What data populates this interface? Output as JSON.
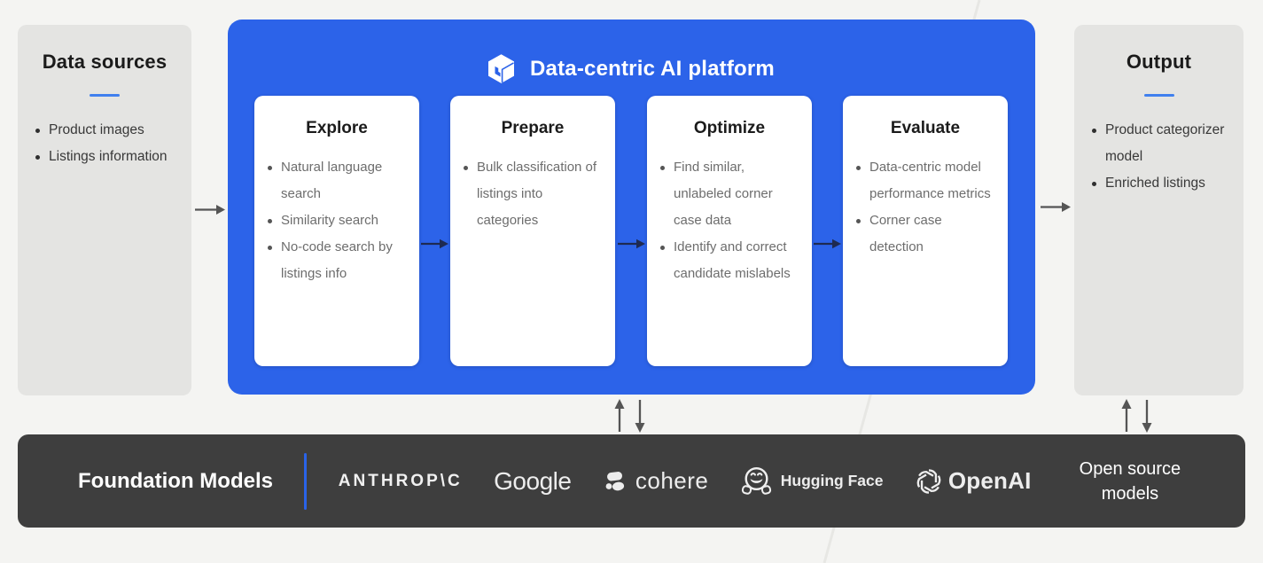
{
  "colors": {
    "background": "#f4f4f2",
    "panel_gray": "#e4e4e2",
    "platform_blue": "#2c63e9",
    "underline_blue": "#4080ee",
    "bar_dark": "#3e3e3e",
    "arrow_gray": "#555555",
    "arrow_dark_navy": "#1e2a52"
  },
  "icons": {
    "platform": "cube-icon",
    "flow_right": "→",
    "flow_up": "↑",
    "flow_down": "↓",
    "cohere": "cohere-blobs-icon",
    "huggingface": "hugging-face-icon",
    "openai": "openai-knot-icon"
  },
  "data_sources": {
    "title": "Data sources",
    "items": [
      "Product images",
      "Listings information"
    ]
  },
  "platform": {
    "title": "Data-centric AI platform",
    "stages": [
      {
        "title": "Explore",
        "items": [
          "Natural language search",
          "Similarity search",
          "No-code search by listings info"
        ]
      },
      {
        "title": "Prepare",
        "items": [
          "Bulk classification of listings into categories"
        ]
      },
      {
        "title": "Optimize",
        "items": [
          "Find similar, unlabeled corner case data",
          "Identify and correct candidate mislabels"
        ]
      },
      {
        "title": "Evaluate",
        "items": [
          "Data-centric model performance metrics",
          "Corner case detection"
        ]
      }
    ]
  },
  "output": {
    "title": "Output",
    "items": [
      "Product categorizer model",
      "Enriched listings"
    ]
  },
  "foundation": {
    "title": "Foundation Models",
    "anthropic_label": "ANTHROP\\C",
    "google_label": "Google",
    "cohere_label": "cohere",
    "huggingface_label": "Hugging Face",
    "openai_label": "OpenAI",
    "open_source_label": "Open source models"
  }
}
